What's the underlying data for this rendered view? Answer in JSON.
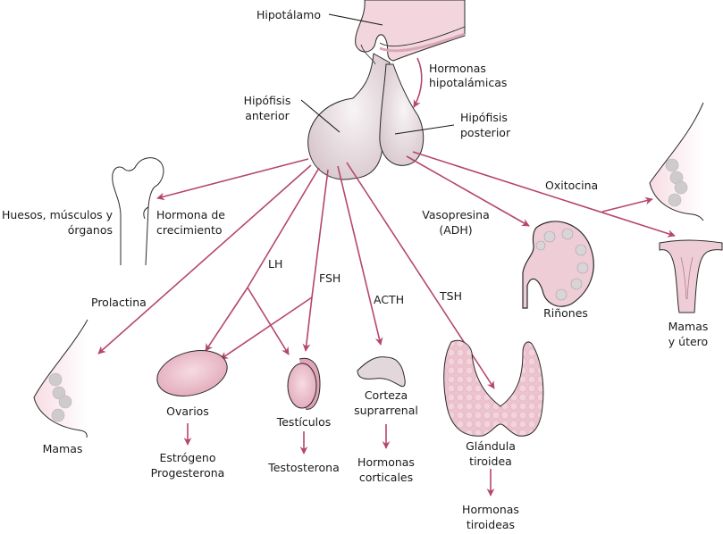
{
  "colors": {
    "arrow": "#b5466f",
    "gland_fill": "#e6dadd",
    "tissue_pink": "#ecc3cf",
    "outline": "#2a2a2a",
    "alveoli_gray": "#cfcbcd",
    "background": "#ffffff"
  },
  "labels": {
    "hypothalamus": "Hipotálamo",
    "hyp_hormones_1": "Hormonas",
    "hyp_hormones_2": "hipotalámicas",
    "anterior_1": "Hipófisis",
    "anterior_2": "anterior",
    "posterior_1": "Hipófisis",
    "posterior_2": "posterior",
    "bones_1": "Huesos, músculos y",
    "bones_2": "órganos",
    "gh_1": "Hormona de",
    "gh_2": "crecimiento",
    "oxytocin": "Oxitocina",
    "vasopressin_1": "Vasopresina",
    "vasopressin_2": "(ADH)",
    "kidneys": "Riñones",
    "breast_uterus_1": "Mamas",
    "breast_uterus_2": "y útero",
    "prolactin": "Prolactina",
    "lh": "LH",
    "fsh": "FSH",
    "acth": "ACTH",
    "tsh": "TSH",
    "breasts": "Mamas",
    "ovaries": "Ovarios",
    "ovary_hormones_1": "Estrógeno",
    "ovary_hormones_2": "Progesterona",
    "testes": "Testículos",
    "testosterone": "Testosterona",
    "adrenal_1": "Corteza",
    "adrenal_2": "suprarrenal",
    "cortical_1": "Hormonas",
    "cortical_2": "corticales",
    "thyroid_1": "Glándula",
    "thyroid_2": "tiroidea",
    "thyroid_hormones_1": "Hormonas",
    "thyroid_hormones_2": "tiroideas"
  }
}
